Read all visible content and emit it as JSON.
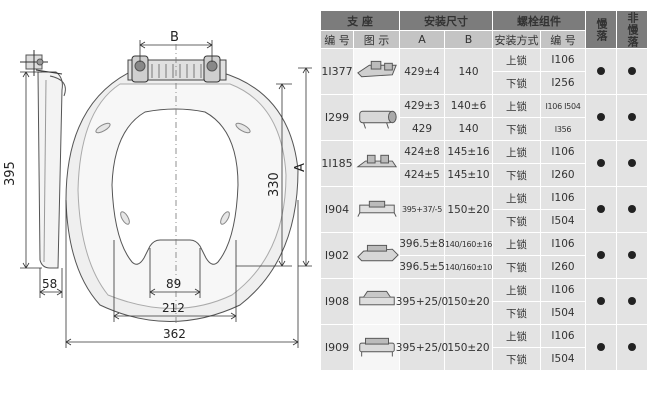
{
  "drawing": {
    "dims": {
      "B": "B",
      "A": "A",
      "d395": "395",
      "d330": "330",
      "d58": "58",
      "d89": "89",
      "d212": "212",
      "d362": "362"
    }
  },
  "table": {
    "headers": {
      "support": "支 座",
      "install_size": "安装尺寸",
      "bolt_group": "螺栓组件",
      "slow_drop": "慢落",
      "non_slow_drop": "非慢落"
    },
    "subheaders": {
      "code": "编 号",
      "image": "图 示",
      "a": "A",
      "b": "B",
      "method": "安装方式",
      "bolt_code": "编 号"
    },
    "rows": [
      {
        "code": "1I377",
        "a1": "429±4",
        "a2": "",
        "b1": "140",
        "b2": "",
        "m1": "上锁",
        "m2": "下锁",
        "c1": "I106",
        "c2": "I256"
      },
      {
        "code": "I299",
        "a1": "429±3",
        "a2": "429",
        "b1": "140±6",
        "b2": "140",
        "m1": "上锁",
        "m2": "下锁",
        "c1": "I106 I504",
        "c2": "I356"
      },
      {
        "code": "1I185",
        "a1": "424±8",
        "a2": "424±5",
        "b1": "145±16",
        "b2": "145±10",
        "m1": "上锁",
        "m2": "下锁",
        "c1": "I106",
        "c2": "I260"
      },
      {
        "code": "I904",
        "a1": "395+37/-5",
        "a2": "",
        "b1": "150±20",
        "b2": "",
        "m1": "上锁",
        "m2": "下锁",
        "c1": "I106",
        "c2": "I504"
      },
      {
        "code": "I902",
        "a1": "396.5±8",
        "a2": "396.5±5",
        "b1": "140/160±16",
        "b2": "140/160±10",
        "m1": "上锁",
        "m2": "下锁",
        "c1": "I106",
        "c2": "I260"
      },
      {
        "code": "I908",
        "a1": "395+25/0",
        "a2": "",
        "b1": "150±20",
        "b2": "",
        "m1": "上锁",
        "m2": "下锁",
        "c1": "I106",
        "c2": "I504"
      },
      {
        "code": "I909",
        "a1": "395+25/0",
        "a2": "",
        "b1": "150±20",
        "b2": "",
        "m1": "上锁",
        "m2": "下锁",
        "c1": "I106",
        "c2": "I504"
      }
    ]
  }
}
